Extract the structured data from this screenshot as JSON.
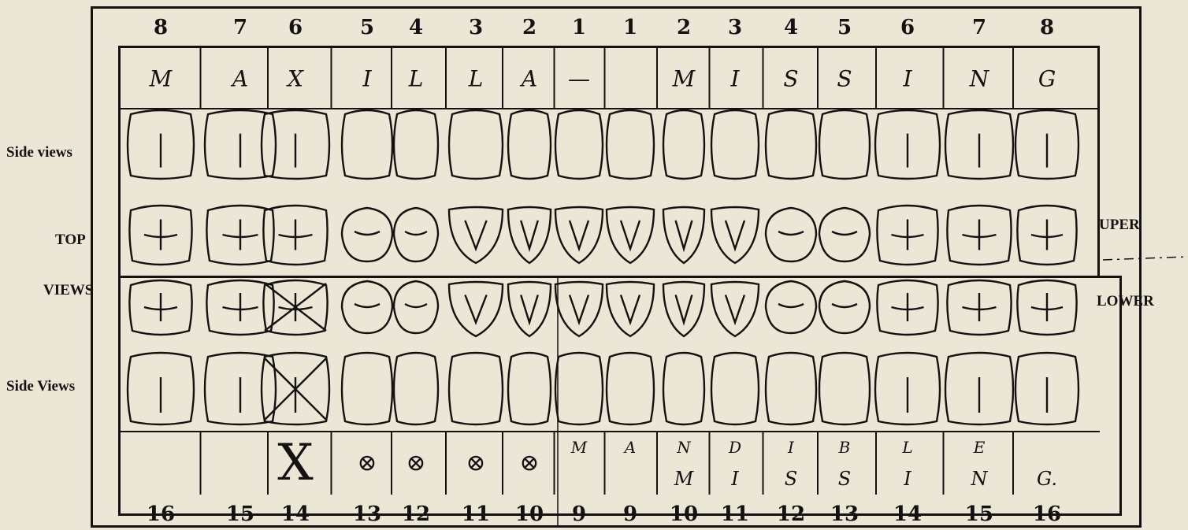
{
  "chart_title": "",
  "upper": {
    "numbers": [
      "8",
      "7",
      "6",
      "5",
      "4",
      "3",
      "2",
      "1",
      "1",
      "2",
      "3",
      "4",
      "5",
      "6",
      "7",
      "8"
    ],
    "annotations": [
      "M",
      "A",
      "X",
      "I",
      "L",
      "L",
      "A",
      "—",
      "",
      "M",
      "I",
      "S",
      "S",
      "I",
      "N",
      "G"
    ]
  },
  "lower": {
    "numbers": [
      "16",
      "15",
      "14",
      "13",
      "12",
      "11",
      "10",
      "9",
      "9",
      "10",
      "11",
      "12",
      "13",
      "14",
      "15",
      "16"
    ],
    "annotations_top": [
      "",
      "",
      "",
      "",
      "",
      "",
      "",
      "M",
      "A",
      "N",
      "D",
      "I",
      "B",
      "L",
      "E",
      ""
    ],
    "annotations_bottom": [
      "",
      "",
      "",
      "",
      "",
      "",
      "",
      "",
      "",
      "M",
      "I",
      "S",
      "S",
      "I",
      "N",
      "G."
    ],
    "box_marks": [
      "",
      "",
      "X",
      "⊗",
      "⊗",
      "⊗",
      "⊗",
      "",
      "",
      "",
      "",
      "",
      "",
      "",
      "",
      ""
    ]
  },
  "labels": {
    "side_views_upper": "Side views",
    "top_views_a": "TOP",
    "top_views_b": "VIEWS",
    "side_views_lower": "Side Views",
    "upper_arch": "UPER",
    "lower_arch": "LOWER"
  },
  "extracted_tooth_index": 2
}
